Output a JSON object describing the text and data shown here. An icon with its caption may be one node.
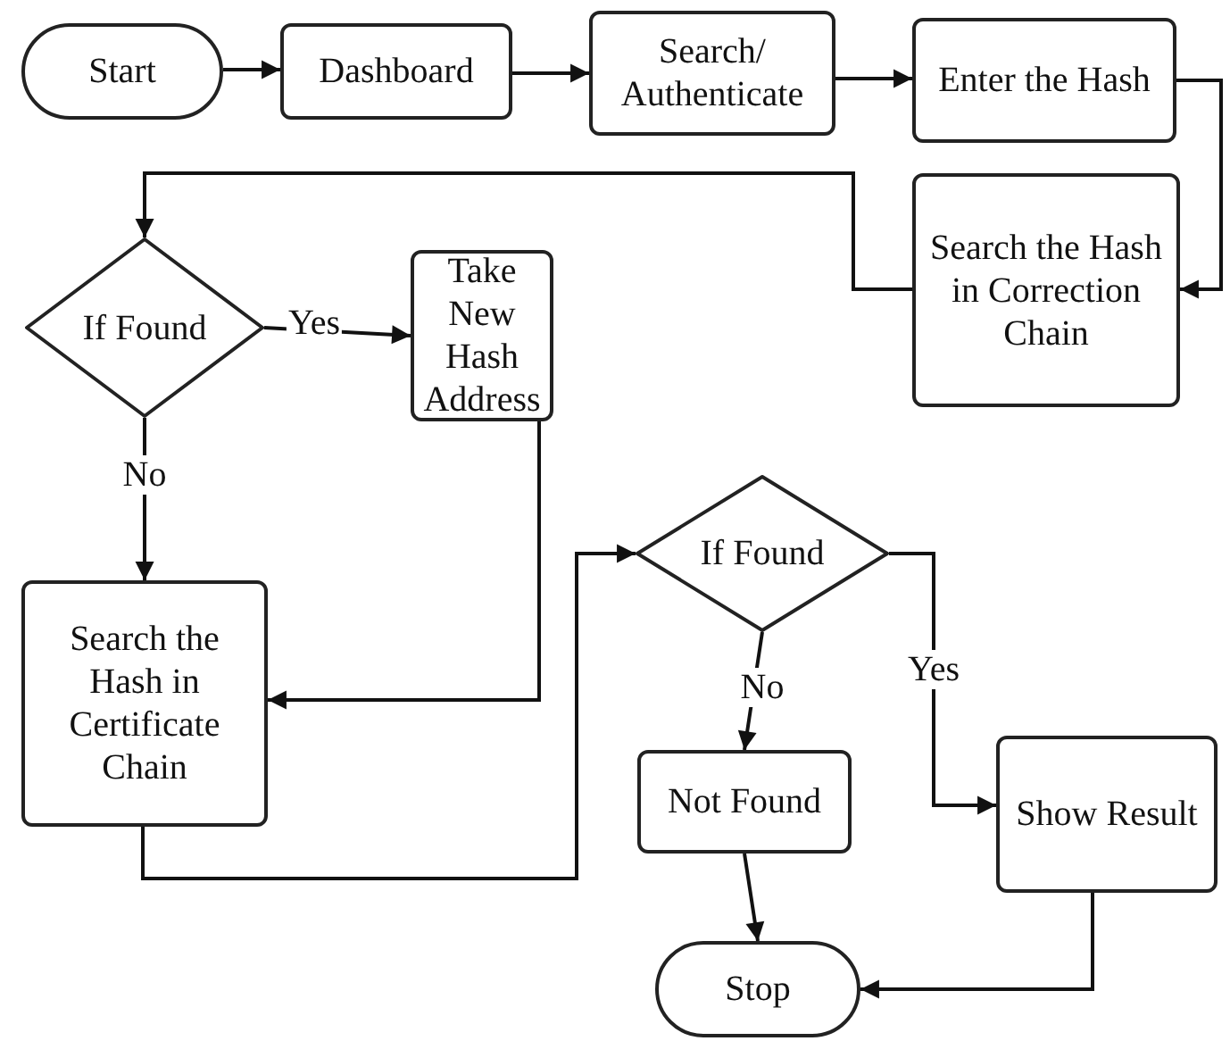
{
  "diagram": {
    "nodes": [
      {
        "text": [
          "Start"
        ]
      },
      {
        "text": [
          "Dashboard"
        ]
      },
      {
        "text": [
          "Search/ Authenticate"
        ]
      },
      {
        "text": [
          "Enter the Hash"
        ]
      },
      {
        "text": [
          "Search the Hash in Correction Chain"
        ]
      },
      {
        "text": [
          "If Found"
        ]
      },
      {
        "text": [
          "Take New Hash Address"
        ]
      },
      {
        "text": [
          "Search the Hash in Certificate Chain"
        ]
      },
      {
        "text": [
          "If Found"
        ]
      },
      {
        "text": [
          "Not Found"
        ]
      },
      {
        "text": [
          "Show Result"
        ]
      },
      {
        "text": [
          "Stop"
        ]
      }
    ],
    "edges": [
      {
        "from": 0,
        "to": 1,
        "arrow": "to"
      },
      {
        "from": 1,
        "to": 2,
        "arrow": "to"
      },
      {
        "from": 2,
        "to": 3,
        "arrow": "to"
      },
      {
        "from": 3,
        "to": 4,
        "arrow": "to"
      },
      {
        "from": 4,
        "to": 5,
        "arrow": "to"
      },
      {
        "from": 5,
        "to": 6,
        "arrow": "to",
        "label": "Yes"
      },
      {
        "from": 5,
        "to": 7,
        "arrow": "to",
        "label": "No"
      },
      {
        "from": 6,
        "to": 7,
        "arrow": "to"
      },
      {
        "from": 7,
        "to": 8,
        "arrow": "to"
      },
      {
        "from": 8,
        "to": 9,
        "arrow": "to",
        "label": "No"
      },
      {
        "from": 8,
        "to": 10,
        "arrow": "to",
        "label": "Yes"
      },
      {
        "from": 9,
        "to": 11,
        "arrow": "to"
      },
      {
        "from": 10,
        "to": 11,
        "arrow": "to"
      }
    ]
  }
}
